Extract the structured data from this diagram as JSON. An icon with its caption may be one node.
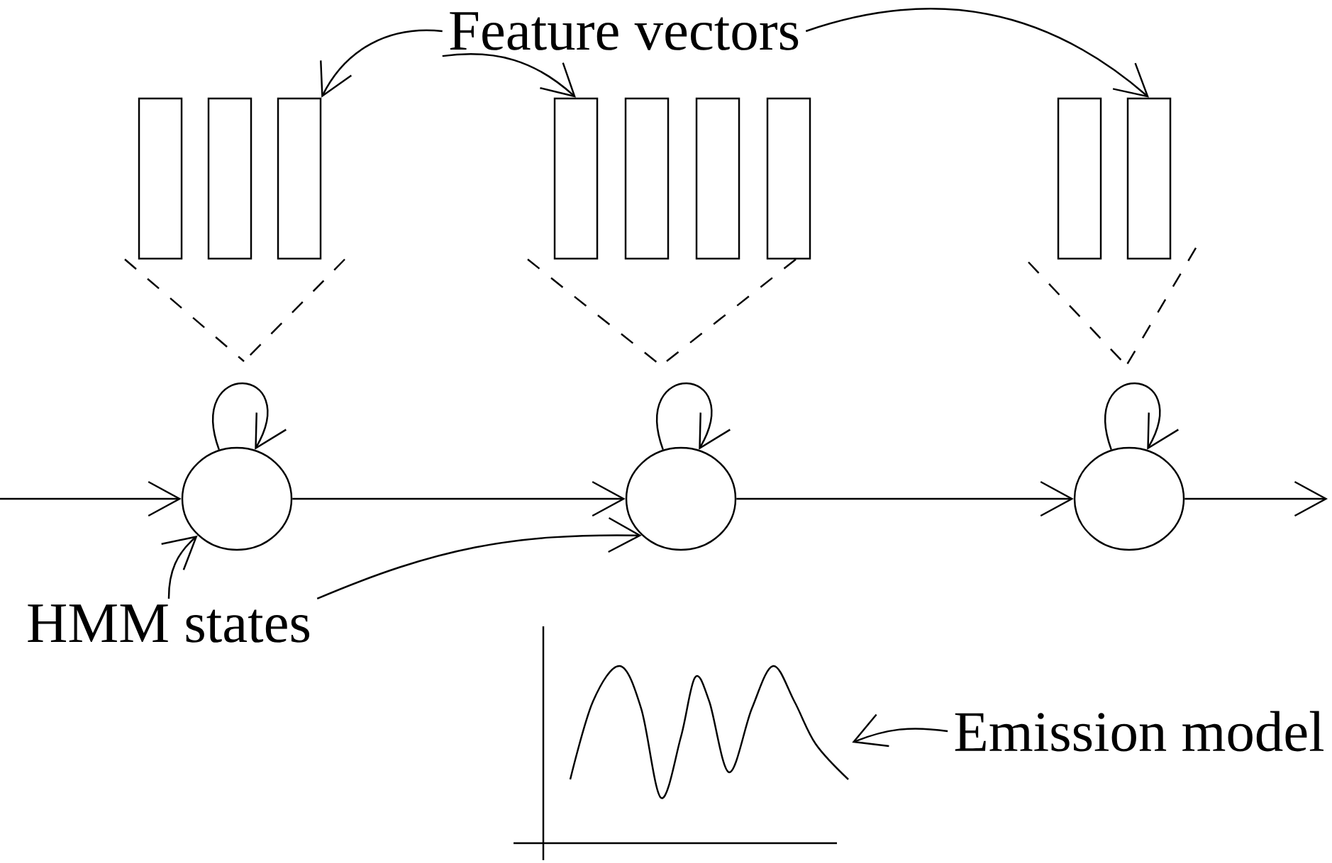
{
  "diagram": {
    "nodes": [
      {
        "text": [
          "Feature vectors"
        ]
      },
      {
        "text": [],
        "shape": "bar"
      },
      {
        "text": [],
        "shape": "bar"
      },
      {
        "text": [],
        "shape": "bar"
      },
      {
        "text": [],
        "shape": "bar"
      },
      {
        "text": [],
        "shape": "bar"
      },
      {
        "text": [],
        "shape": "bar"
      },
      {
        "text": [],
        "shape": "bar"
      },
      {
        "text": [],
        "shape": "bar"
      },
      {
        "text": [],
        "shape": "bar"
      },
      {
        "text": [],
        "shape": "circle"
      },
      {
        "text": [],
        "shape": "circle"
      },
      {
        "text": [],
        "shape": "circle"
      },
      {
        "text": [
          "HMM states"
        ]
      },
      {
        "text": [],
        "shape": "picture"
      },
      {
        "text": [
          "Emission model"
        ]
      }
    ],
    "edges": [
      {
        "from": 0,
        "to": 3,
        "arrow": "to"
      },
      {
        "from": 0,
        "to": 4,
        "arrow": "to"
      },
      {
        "from": 0,
        "to": 9,
        "arrow": "to"
      },
      {
        "from": 10,
        "to": 10,
        "arrow": "to"
      },
      {
        "from": 11,
        "to": 11,
        "arrow": "to"
      },
      {
        "from": 12,
        "to": 12,
        "arrow": "to"
      },
      {
        "from": null,
        "to": 10,
        "arrow": "to"
      },
      {
        "from": 10,
        "to": 11,
        "arrow": "to"
      },
      {
        "from": 11,
        "to": 12,
        "arrow": "to"
      },
      {
        "from": 12,
        "to": null,
        "arrow": "to"
      },
      {
        "from": 13,
        "to": 10,
        "arrow": "to"
      },
      {
        "from": 13,
        "to": 11,
        "arrow": "to"
      },
      {
        "from": 15,
        "to": 14,
        "arrow": "to"
      }
    ]
  }
}
